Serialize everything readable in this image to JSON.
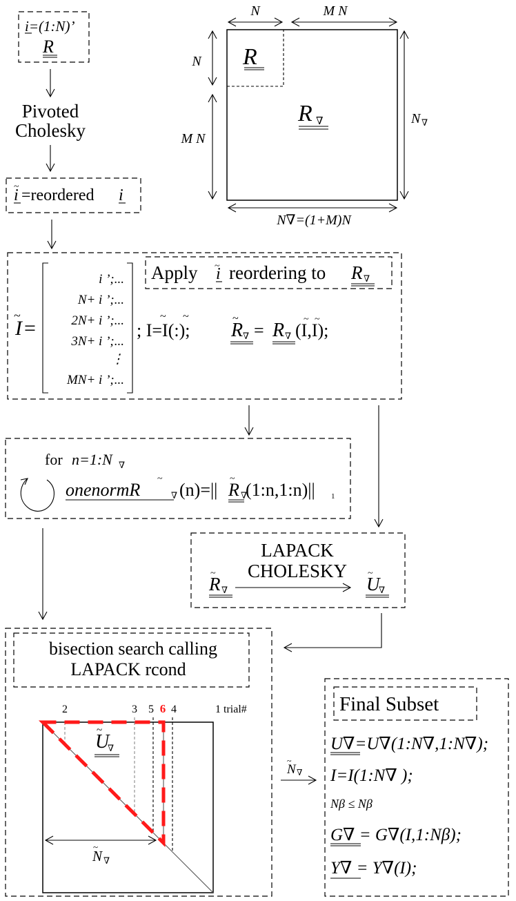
{
  "input_box": {
    "line1": "i=(1:N)’",
    "line2": "R"
  },
  "pivoted_cholesky": {
    "line1": "Pivoted",
    "line2": "Cholesky"
  },
  "reorder_box": {
    "lhs": "i",
    "text": "=reordered",
    "rhs": "i"
  },
  "matrix_figure": {
    "top_left_dim": "N",
    "top_right_dim": "M N",
    "left_top_dim": "N",
    "left_bottom_dim": "M N",
    "right_dim": "N",
    "right_dim_sub": "∇",
    "bottom_dim": "N∇=(1+M)N",
    "inner_label": "R",
    "outer_label": "R",
    "outer_label_sub": "∇"
  },
  "apply_section": {
    "title_prefix": "Apply",
    "title_i": "i",
    "title_mid": "reordering to",
    "title_R": "R",
    "title_sub": "∇",
    "I_label": "I",
    "eq": "=",
    "matrix_rows": [
      {
        "prefix": "",
        "var": "i",
        "suffix": "’;..."
      },
      {
        "prefix": "N+",
        "var": "i",
        "suffix": "’;..."
      },
      {
        "prefix": "2N+",
        "var": "i",
        "suffix": "’;..."
      },
      {
        "prefix": "3N+",
        "var": "i",
        "suffix": "’;..."
      },
      {
        "prefix": "⋮",
        "var": "",
        "suffix": ""
      },
      {
        "prefix": "MN+",
        "var": "i",
        "suffix": "’;..."
      }
    ],
    "stmt2": "; I=I(:);",
    "stmt3_lhs": "R",
    "stmt3_rhs": "R",
    "stmt3_args": "(I,I);",
    "sub": "∇"
  },
  "onenorm_box": {
    "loop": "for",
    "loop_var": "n=1:N",
    "loop_sub": "∇",
    "lhs": "onenormR",
    "lhs_sub": "∇",
    "lhs_arg": "(n)=||",
    "R": "R",
    "R_sub": "∇",
    "args": "(1:n,1:n)||",
    "norm_sub": "1"
  },
  "lapack_box": {
    "line1": "LAPACK",
    "line2": "CHOLESKY",
    "from": "R",
    "to": "U",
    "sub": "∇"
  },
  "bisection_box": {
    "line1": "bisection search calling",
    "line2": "LAPACK  rcond",
    "trial_labels": [
      "2",
      "3",
      "5",
      "6",
      "4",
      "1 trial#"
    ],
    "selected_trial": "6",
    "U_label": "U",
    "U_sub": "∇",
    "N_label": "N",
    "N_sub": "∇",
    "highlight_color": "#ff1a1a"
  },
  "transfer_arrow": {
    "label": "N",
    "sub": "∇"
  },
  "final_box": {
    "title": "Final Subset",
    "lines": [
      "U∇=U∇(1:N∇,1:N∇);",
      "I=I(1:N∇ );",
      "Nβ ≤ Nβ",
      "G∇ = G∇(I,1:Nβ);",
      "Y∇ = Y∇(I);"
    ]
  }
}
